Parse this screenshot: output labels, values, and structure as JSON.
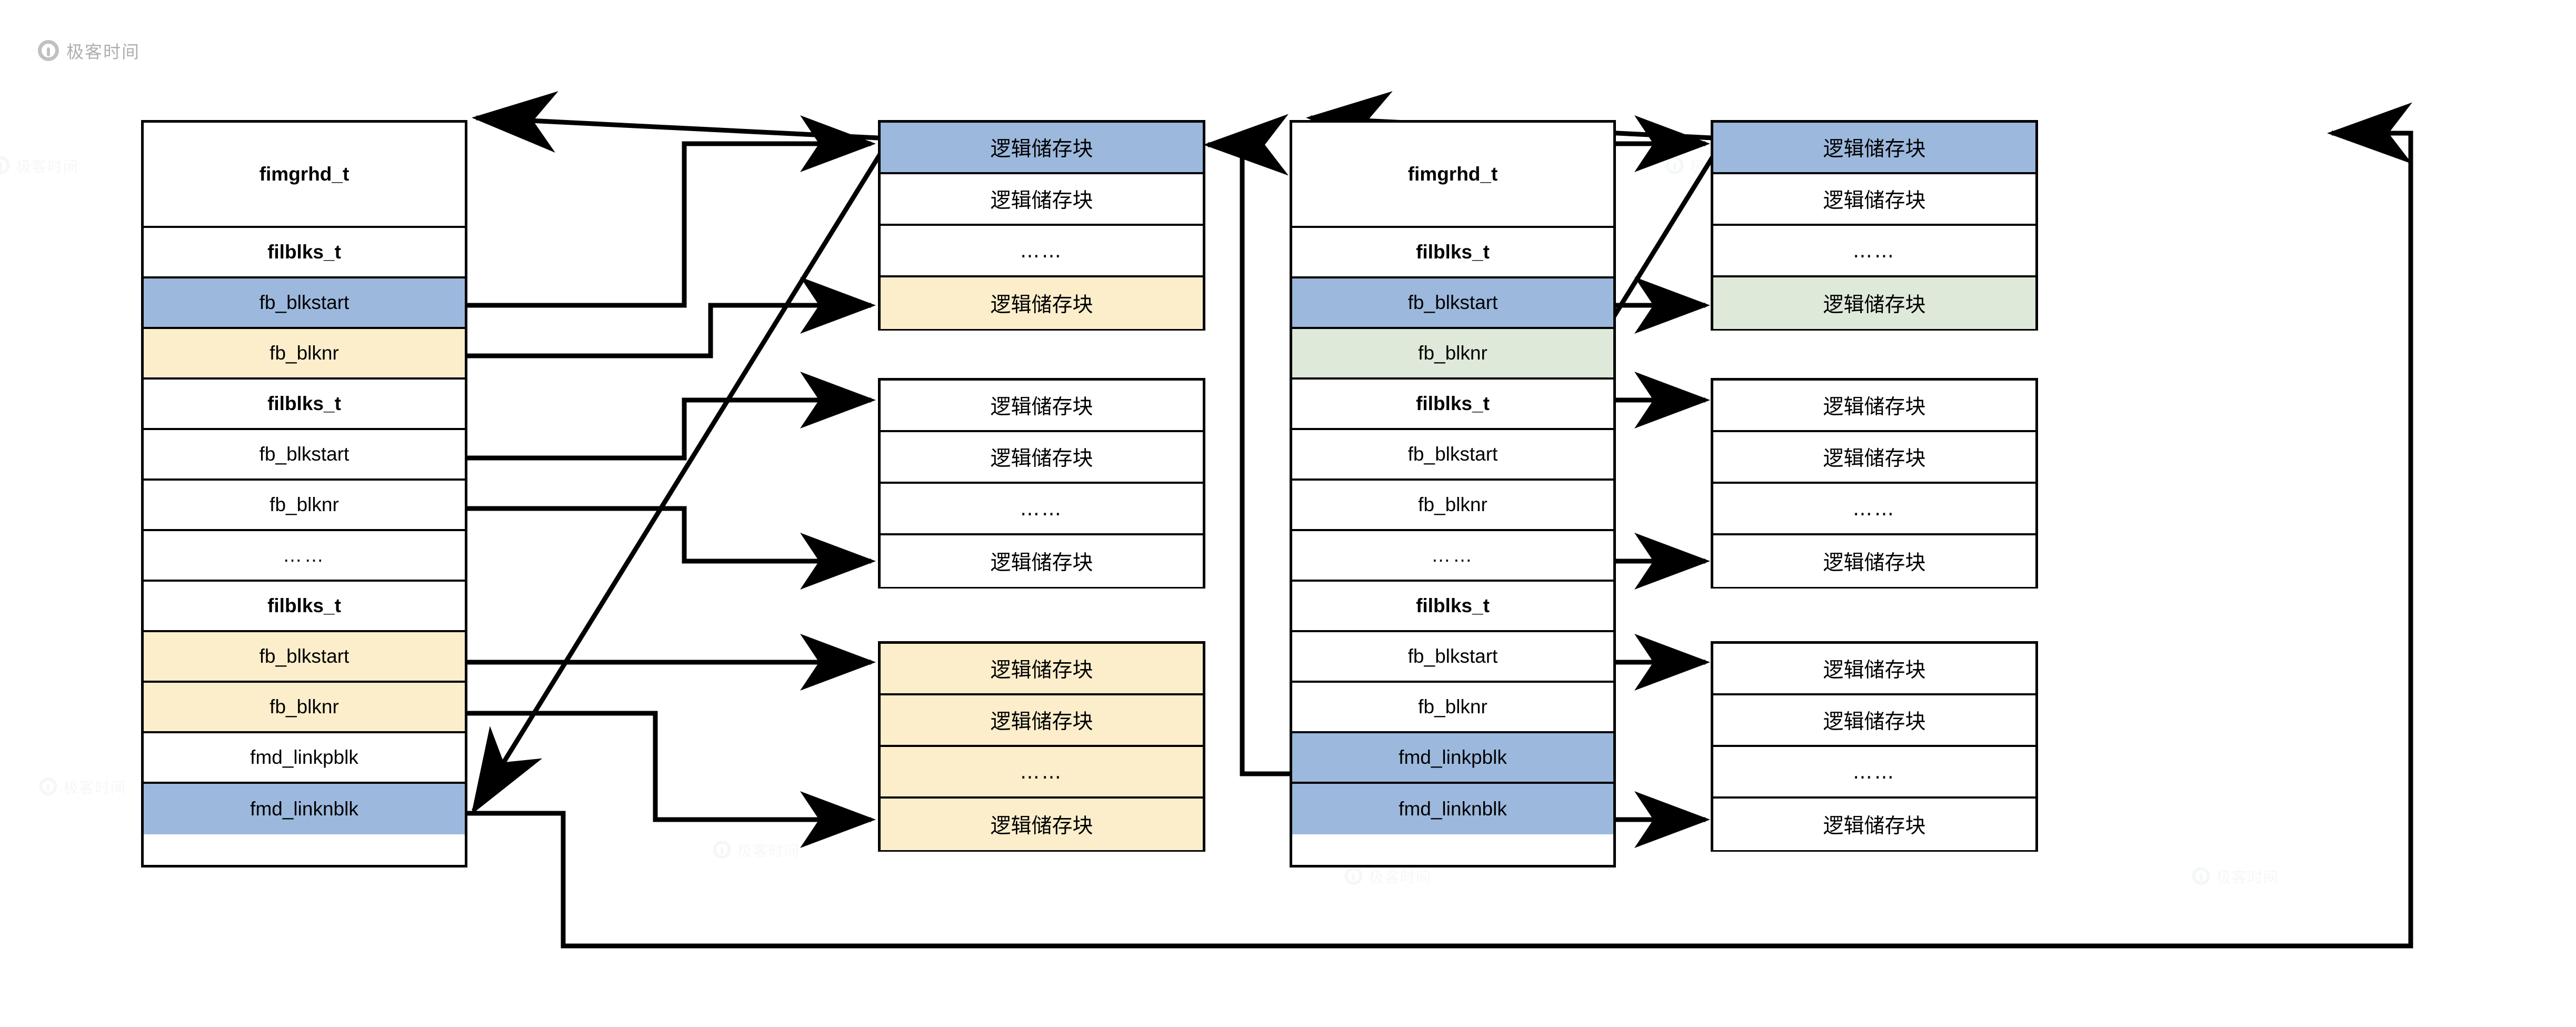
{
  "watermark": {
    "text": "极客时间",
    "icon": "geektime-logo-icon"
  },
  "labels": {
    "struct_header": "fimgrhd_t",
    "group_header": "filblks_t",
    "blkstart": "fb_blkstart",
    "blknr": "fb_blknr",
    "ellipsis": "……",
    "linkpblk": "fmd_linkpblk",
    "linknblk": "fmd_linknblk",
    "logical_block": "逻辑储存块"
  },
  "colors": {
    "blue": "#9cb8dd",
    "yellow": "#fdeecb",
    "green": "#dfe9da",
    "white": "#ffffff",
    "line": "#000000"
  },
  "structs": [
    {
      "name": "fimgrhd-left",
      "rows": [
        {
          "text": "fimgrhd_t",
          "bold": true,
          "fill": "white"
        },
        {
          "text": "filblks_t",
          "bold": true,
          "fill": "white"
        },
        {
          "text": "fb_blkstart",
          "bold": false,
          "fill": "blue"
        },
        {
          "text": "fb_blknr",
          "bold": false,
          "fill": "yellow"
        },
        {
          "text": "filblks_t",
          "bold": true,
          "fill": "white"
        },
        {
          "text": "fb_blkstart",
          "bold": false,
          "fill": "white"
        },
        {
          "text": "fb_blknr",
          "bold": false,
          "fill": "white"
        },
        {
          "text": "……",
          "bold": false,
          "fill": "white"
        },
        {
          "text": "filblks_t",
          "bold": true,
          "fill": "white"
        },
        {
          "text": "fb_blkstart",
          "bold": false,
          "fill": "yellow"
        },
        {
          "text": "fb_blknr",
          "bold": false,
          "fill": "yellow"
        },
        {
          "text": "fmd_linkpblk",
          "bold": false,
          "fill": "white"
        },
        {
          "text": "fmd_linknblk",
          "bold": false,
          "fill": "blue"
        }
      ]
    },
    {
      "name": "fimgrhd-right",
      "rows": [
        {
          "text": "fimgrhd_t",
          "bold": true,
          "fill": "white"
        },
        {
          "text": "filblks_t",
          "bold": true,
          "fill": "white"
        },
        {
          "text": "fb_blkstart",
          "bold": false,
          "fill": "blue"
        },
        {
          "text": "fb_blknr",
          "bold": false,
          "fill": "green"
        },
        {
          "text": "filblks_t",
          "bold": true,
          "fill": "white"
        },
        {
          "text": "fb_blkstart",
          "bold": false,
          "fill": "white"
        },
        {
          "text": "fb_blknr",
          "bold": false,
          "fill": "white"
        },
        {
          "text": "……",
          "bold": false,
          "fill": "white"
        },
        {
          "text": "filblks_t",
          "bold": true,
          "fill": "white"
        },
        {
          "text": "fb_blkstart",
          "bold": false,
          "fill": "white"
        },
        {
          "text": "fb_blknr",
          "bold": false,
          "fill": "white"
        },
        {
          "text": "fmd_linkpblk",
          "bold": false,
          "fill": "blue"
        },
        {
          "text": "fmd_linknblk",
          "bold": false,
          "fill": "blue"
        }
      ]
    }
  ],
  "block_groups": [
    {
      "name": "blocks-left-1",
      "rows": [
        {
          "text": "逻辑储存块",
          "fill": "blue"
        },
        {
          "text": "逻辑储存块",
          "fill": "white"
        },
        {
          "text": "……",
          "fill": "white"
        },
        {
          "text": "逻辑储存块",
          "fill": "yellow"
        }
      ]
    },
    {
      "name": "blocks-left-2",
      "rows": [
        {
          "text": "逻辑储存块",
          "fill": "white"
        },
        {
          "text": "逻辑储存块",
          "fill": "white"
        },
        {
          "text": "……",
          "fill": "white"
        },
        {
          "text": "逻辑储存块",
          "fill": "white"
        }
      ]
    },
    {
      "name": "blocks-left-3",
      "rows": [
        {
          "text": "逻辑储存块",
          "fill": "yellow"
        },
        {
          "text": "逻辑储存块",
          "fill": "yellow"
        },
        {
          "text": "……",
          "fill": "yellow"
        },
        {
          "text": "逻辑储存块",
          "fill": "yellow"
        }
      ]
    },
    {
      "name": "blocks-right-1",
      "rows": [
        {
          "text": "逻辑储存块",
          "fill": "blue"
        },
        {
          "text": "逻辑储存块",
          "fill": "white"
        },
        {
          "text": "……",
          "fill": "white"
        },
        {
          "text": "逻辑储存块",
          "fill": "green"
        }
      ]
    },
    {
      "name": "blocks-right-2",
      "rows": [
        {
          "text": "逻辑储存块",
          "fill": "white"
        },
        {
          "text": "逻辑储存块",
          "fill": "white"
        },
        {
          "text": "……",
          "fill": "white"
        },
        {
          "text": "逻辑储存块",
          "fill": "white"
        }
      ]
    },
    {
      "name": "blocks-right-3",
      "rows": [
        {
          "text": "逻辑储存块",
          "fill": "white"
        },
        {
          "text": "逻辑储存块",
          "fill": "white"
        },
        {
          "text": "……",
          "fill": "white"
        },
        {
          "text": "逻辑储存块",
          "fill": "white"
        }
      ]
    }
  ]
}
